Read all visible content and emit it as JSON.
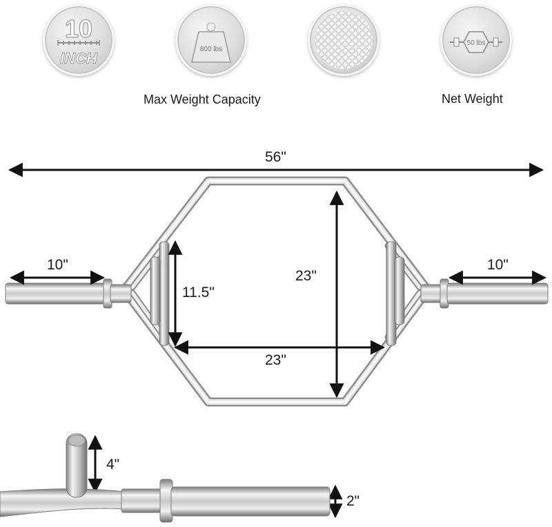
{
  "badges": {
    "length_number": "10",
    "length_unit": "INCH",
    "capacity_value": "800 lbs",
    "net_weight_value": "50 lbs"
  },
  "captions": {
    "capacity": "Max Weight Capacity",
    "net_weight": "Net Weight"
  },
  "dimensions": {
    "overall_length": "56\"",
    "left_sleeve": "10\"",
    "right_sleeve": "10\"",
    "handle_height": "11.5\"",
    "frame_height": "23\"",
    "inner_width": "23\"",
    "handle_rise": "4\"",
    "sleeve_diameter": "2\""
  },
  "icons": [
    "ruler-icon",
    "weight-icon",
    "knurling-icon",
    "dumbbell-icon"
  ],
  "colors": {
    "chrome_light": "#f2f2f2",
    "chrome_dark": "#8a8a8a",
    "arrow": "#111111"
  }
}
